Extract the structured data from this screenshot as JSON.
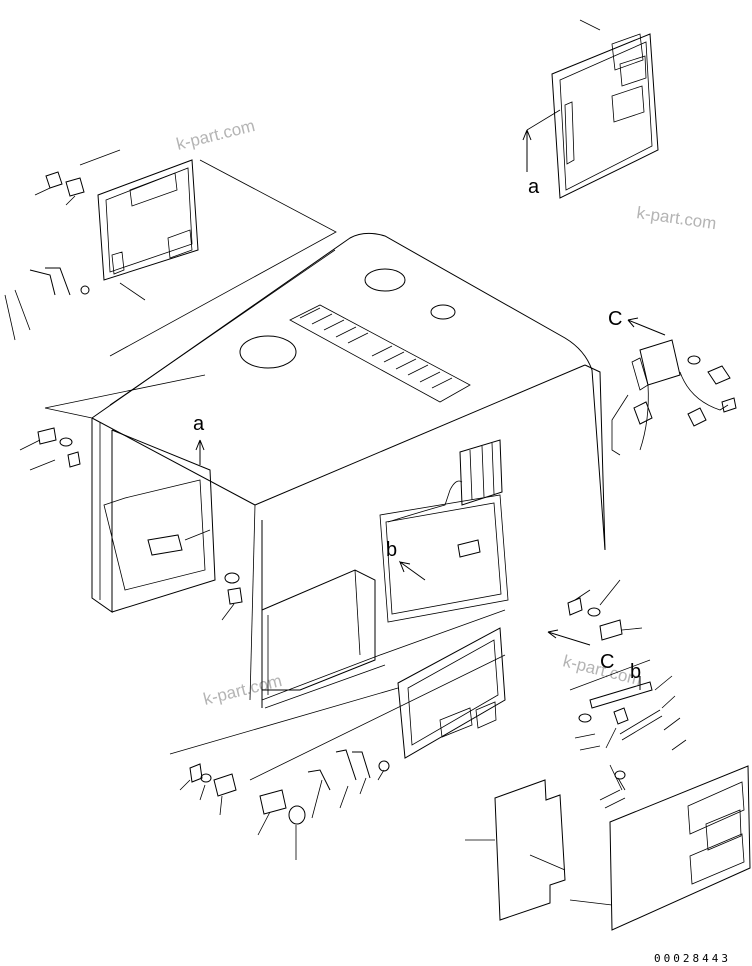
{
  "watermark": "k-part.com",
  "labels": {
    "a": "a",
    "b": "b",
    "c": "C"
  },
  "drawing_number": "00028443"
}
